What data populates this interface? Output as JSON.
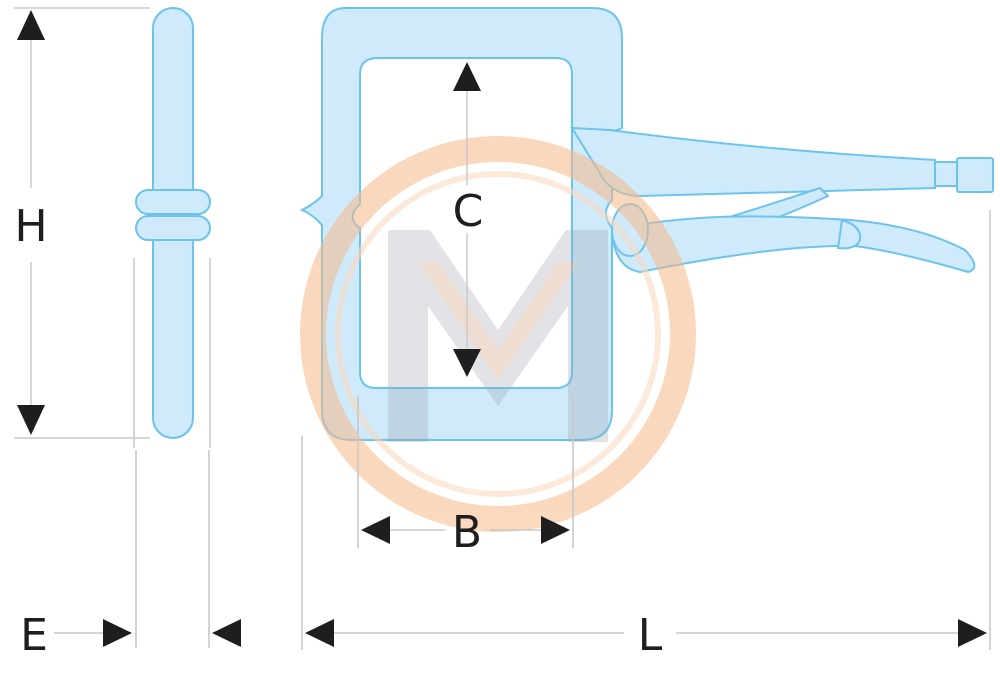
{
  "dimensions": {
    "H": "H",
    "C": "C",
    "B": "B",
    "E": "E",
    "L": "L"
  },
  "colors": {
    "tool_fill": "#cfeafb",
    "tool_stroke": "#6cc4ec",
    "dimension_line": "#c8c8c8",
    "arrow": "#1e1e1e",
    "watermark_orange": "#f6b98a",
    "watermark_grey": "#9aa3ad"
  },
  "watermark": {
    "letter": "M"
  }
}
